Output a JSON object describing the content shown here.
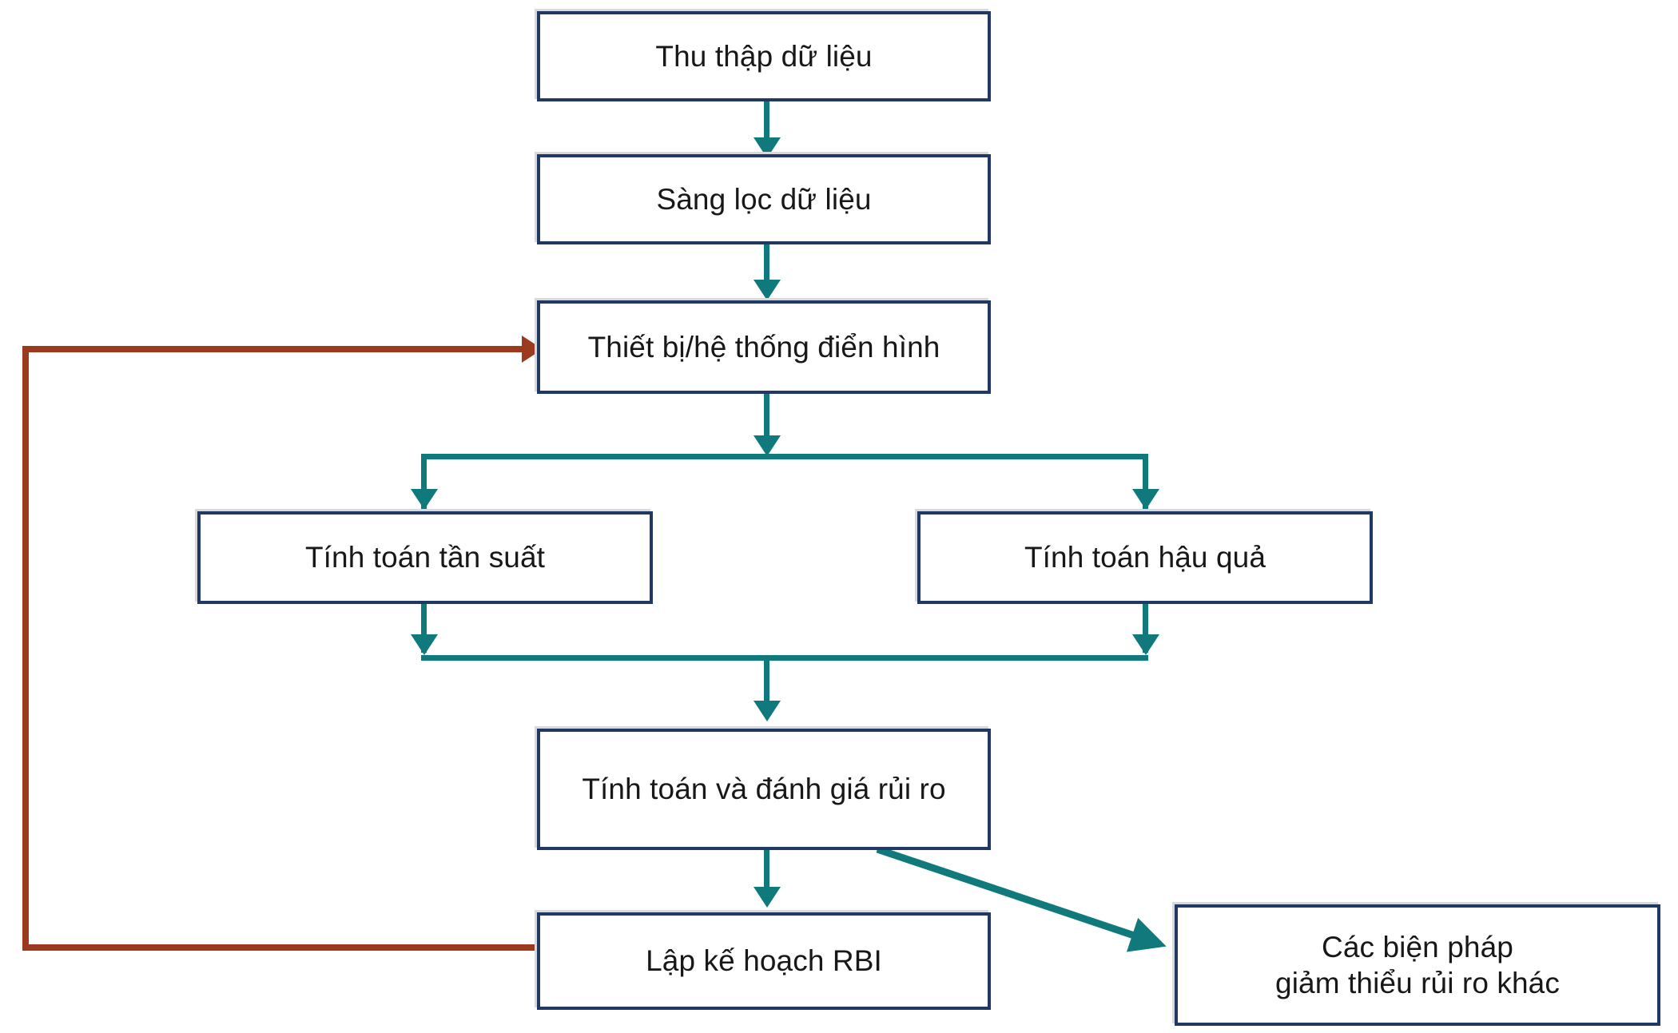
{
  "diagram": {
    "title": "RBI workflow flowchart",
    "colors": {
      "box_border": "#1F3864",
      "box_fill": "#FFFFFF",
      "text": "#181818",
      "flow_arrow": "#10797B",
      "feedback_arrow": "#9C3A20",
      "box_shadow": "#D9D9D9"
    },
    "nodes": [
      {
        "id": "data-collection",
        "label": "Thu thập dữ liệu"
      },
      {
        "id": "data-screening",
        "label": "Sàng lọc dữ liệu"
      },
      {
        "id": "typical-equipment",
        "label": "Thiết bị/hệ thống điển hình"
      },
      {
        "id": "frequency-calc",
        "label": "Tính toán tần suất"
      },
      {
        "id": "consequence-calc",
        "label": "Tính toán hậu quả"
      },
      {
        "id": "risk-evaluation",
        "label": "Tính toán và đánh giá rủi ro"
      },
      {
        "id": "rbi-planning",
        "label": "Lập kế hoạch RBI"
      },
      {
        "id": "other-mitigation",
        "label": "Các biện pháp\ngiảm thiểu rủi ro khác"
      }
    ],
    "edges": [
      {
        "from": "data-collection",
        "to": "data-screening",
        "kind": "flow"
      },
      {
        "from": "data-screening",
        "to": "typical-equipment",
        "kind": "flow"
      },
      {
        "from": "typical-equipment",
        "to": "frequency-calc",
        "kind": "flow-split"
      },
      {
        "from": "typical-equipment",
        "to": "consequence-calc",
        "kind": "flow-split"
      },
      {
        "from": "frequency-calc",
        "to": "risk-evaluation",
        "kind": "flow-merge"
      },
      {
        "from": "consequence-calc",
        "to": "risk-evaluation",
        "kind": "flow-merge"
      },
      {
        "from": "risk-evaluation",
        "to": "rbi-planning",
        "kind": "flow"
      },
      {
        "from": "risk-evaluation",
        "to": "other-mitigation",
        "kind": "flow-diagonal"
      },
      {
        "from": "rbi-planning",
        "to": "typical-equipment",
        "kind": "feedback"
      }
    ]
  }
}
